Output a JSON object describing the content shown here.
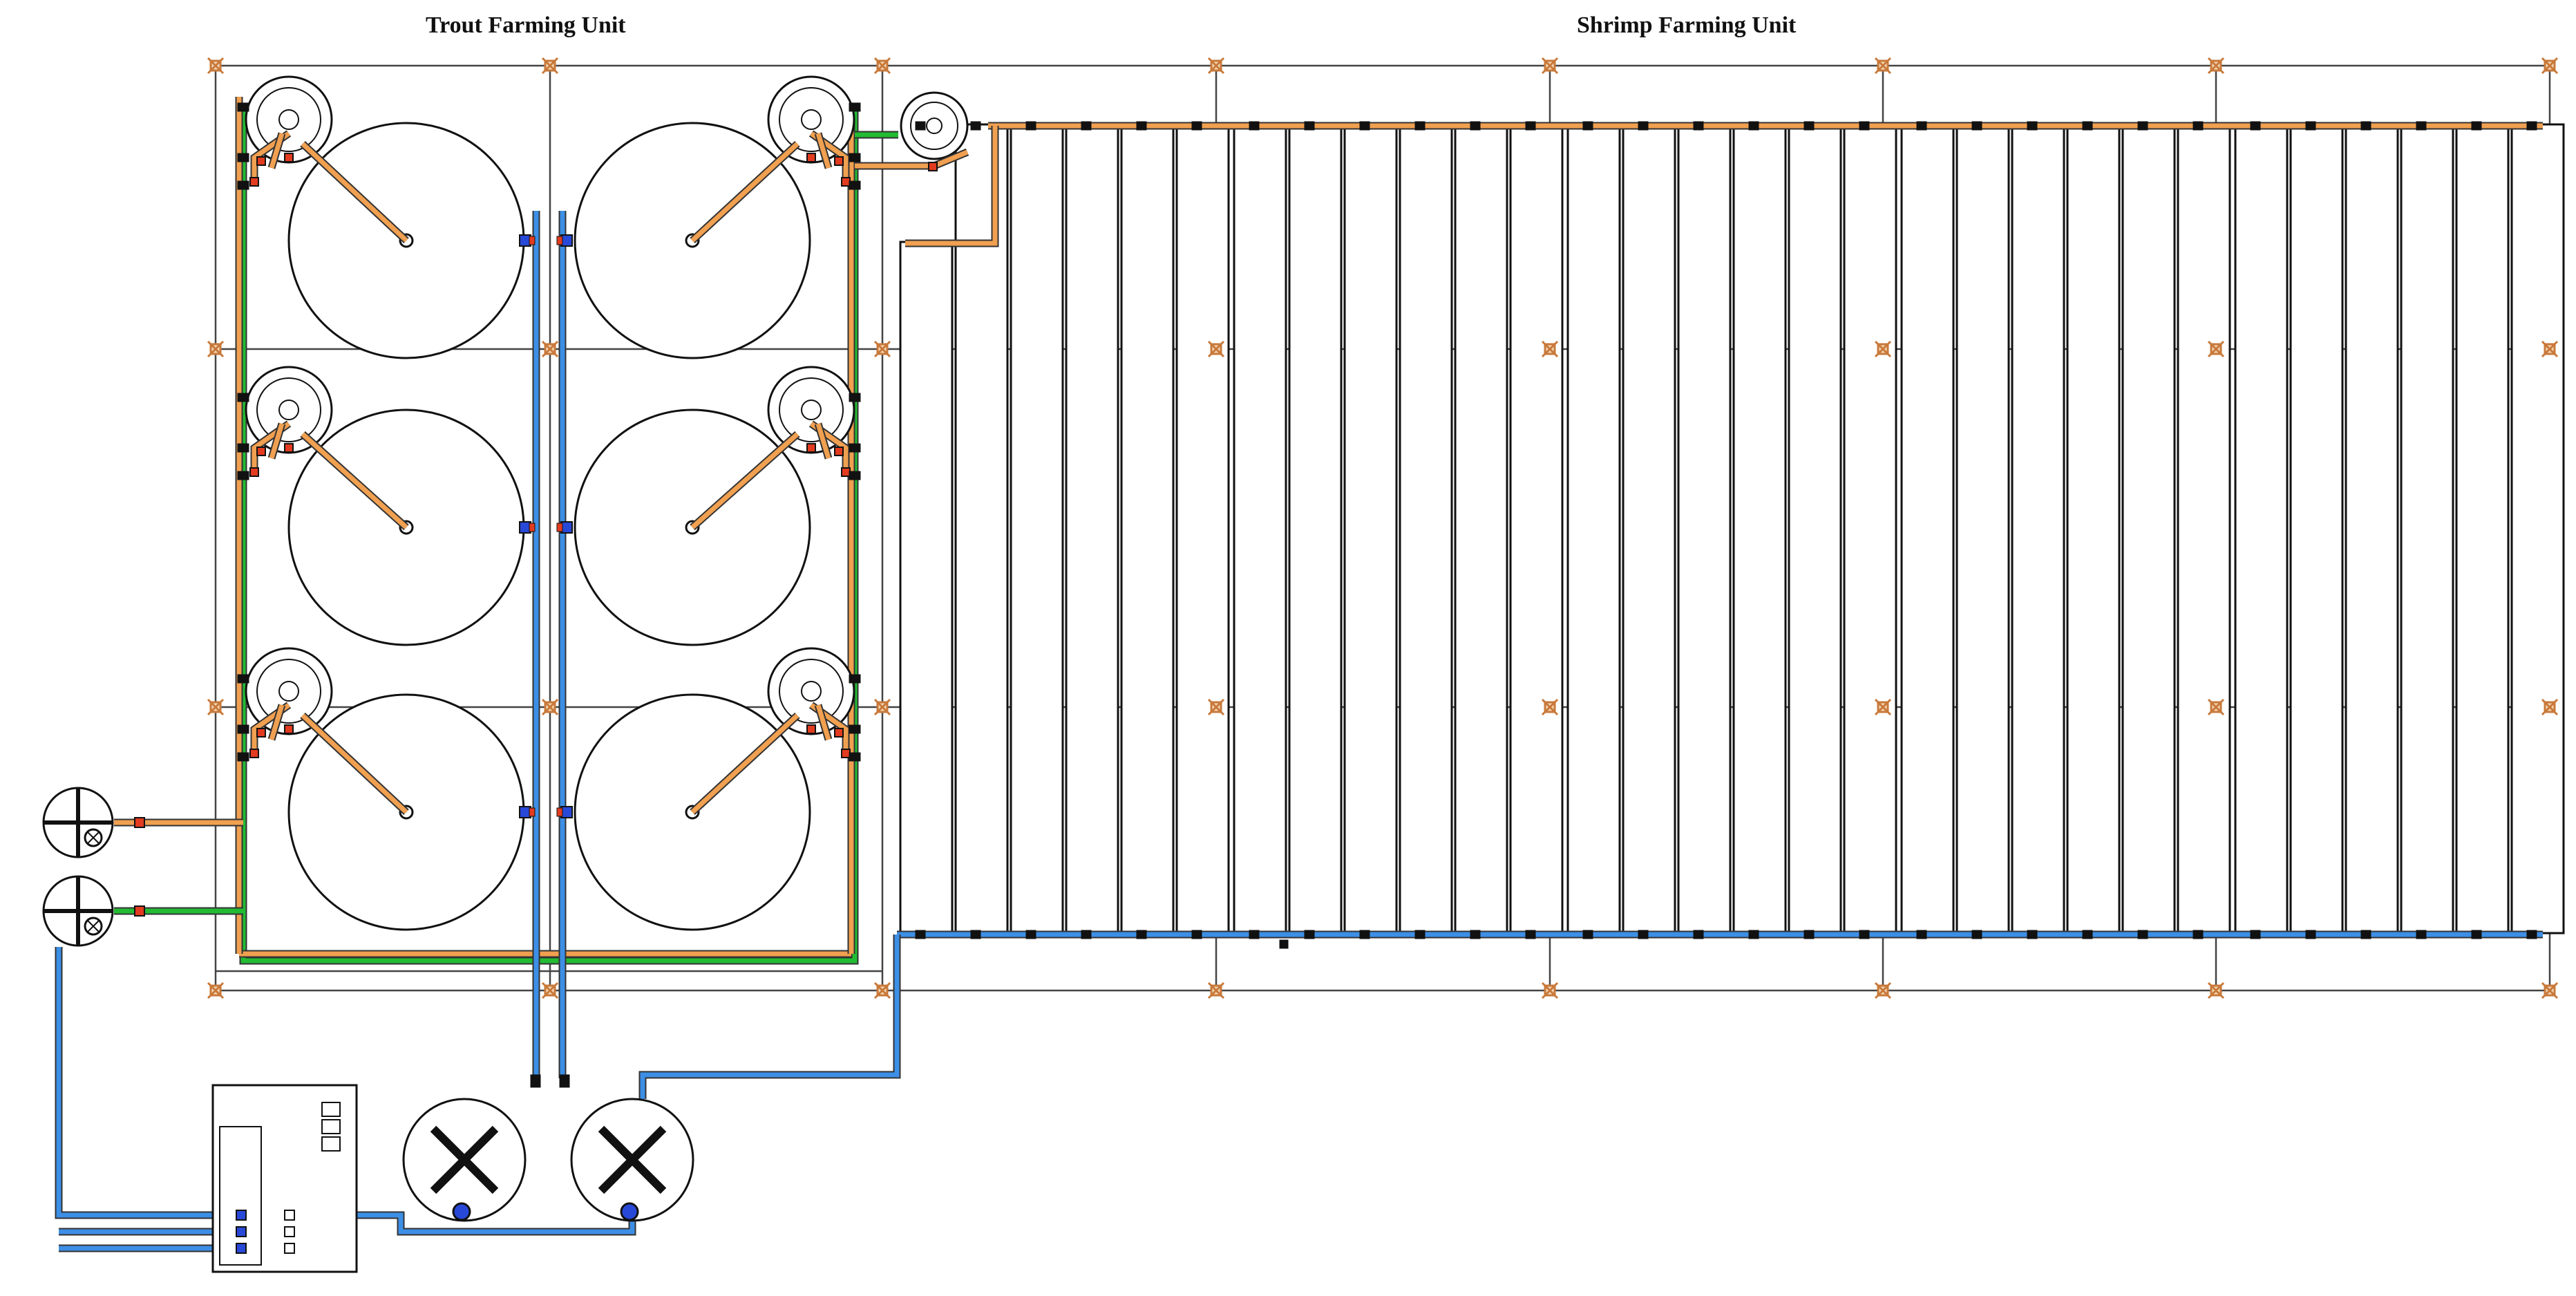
{
  "titles": {
    "trout": "Trout Farming Unit",
    "shrimp": "Shrimp Farming Unit"
  },
  "legend": {
    "orange_pipe": "#f0a050",
    "green_pipe": "#22bb33",
    "blue_pipe": "#3d8fe6",
    "structure": "#000000",
    "column_marker": "#c8793a",
    "valve_red": "#e23b1f",
    "valve_blue": "#2848d8"
  },
  "diagram": {
    "trout_tank_count": 6,
    "trout_tank_layout": "3 rows x 2 columns",
    "shrimp_raceway_count": 30,
    "shrimp_section_count": 5,
    "storage_tank_count": 2,
    "filter_unit_count": 2
  }
}
